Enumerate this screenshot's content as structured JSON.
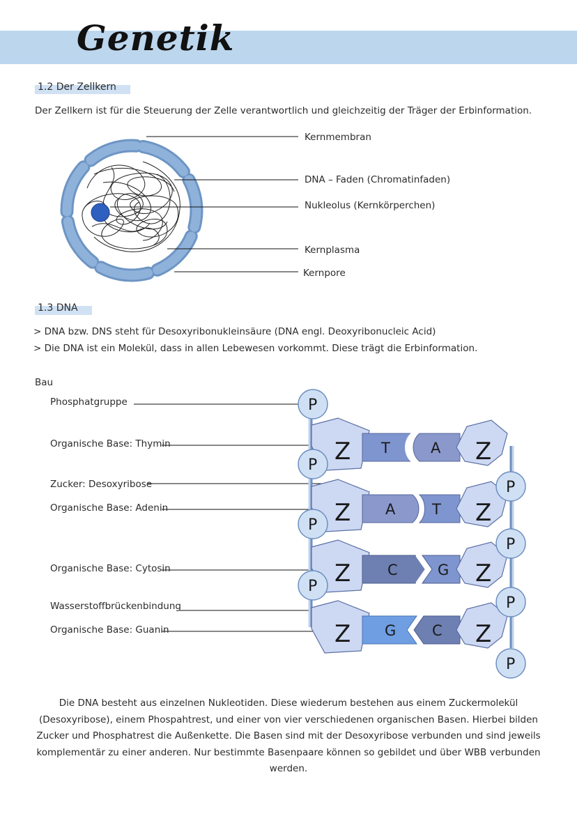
{
  "header": {
    "title": "Genetik"
  },
  "section_cell": {
    "heading": "1.2 Der Zellkern",
    "intro": "Der Zellkern ist für die Steuerung der Zelle verantwortlich und gleichzeitig der Träger der Erbinformation.",
    "labels": {
      "membrane": "Kernmembran",
      "dna_thread": "DNA – Faden (Chromatinfaden)",
      "nucleolus": "Nukleolus (Kernkörperchen)",
      "plasma": "Kernplasma",
      "pore": "Kernpore"
    }
  },
  "section_dna": {
    "heading": "1.3 DNA",
    "line1": "> DNA bzw. DNS steht für Desoxyribonukleinsäure (DNA engl. Deoxyribonucleic Acid)",
    "line2": "> Die DNA ist ein Molekül, dass in allen Lebewesen vorkommt. Diese trägt die Erbinformation.",
    "structure_heading": "Bau",
    "labels": {
      "phosphate": "Phosphatgruppe",
      "base_thymine": "Organische Base: Thymin",
      "sugar": "Zucker: Desoxyribose",
      "base_adenine": "Organische Base: Adenin",
      "base_cytosine": "Organische Base: Cytosin",
      "hydrogen_bond": "Wasserstoffbrückenbindung",
      "base_guanine": "Organische Base: Guanin"
    },
    "diagram": {
      "phosphate_symbol": "P",
      "sugar_symbol": "Z",
      "pairs": [
        {
          "left": "T",
          "right": "A"
        },
        {
          "left": "A",
          "right": "T"
        },
        {
          "left": "C",
          "right": "G"
        },
        {
          "left": "G",
          "right": "C"
        }
      ]
    },
    "summary": "Die DNA besteht aus einzelnen Nukleotiden. Diese wiederum bestehen aus einem Zuckermolekül (Desoxyribose), einem Phospahtrest, und einer von vier verschiedenen organischen Basen. Hierbei bilden Zucker und Phosphatrest die Außenkette. Die Basen sind mit der Desoxyribose verbunden und sind jeweils komplementär zu einer anderen. Nur bestimmte Basenpaare können so gebildet und über WBB verbunden werden."
  },
  "colors": {
    "band": "#bcd6ee",
    "membrane": "#7fa6d0",
    "nucleolus": "#2f5fbf",
    "sugar": "#cdd8f3",
    "phosphate": "#cfe0f5",
    "base_T": "#7f95cf",
    "base_A": "#8a98cc",
    "base_C": "#6e7fb2",
    "base_G": "#6f9ee3"
  }
}
